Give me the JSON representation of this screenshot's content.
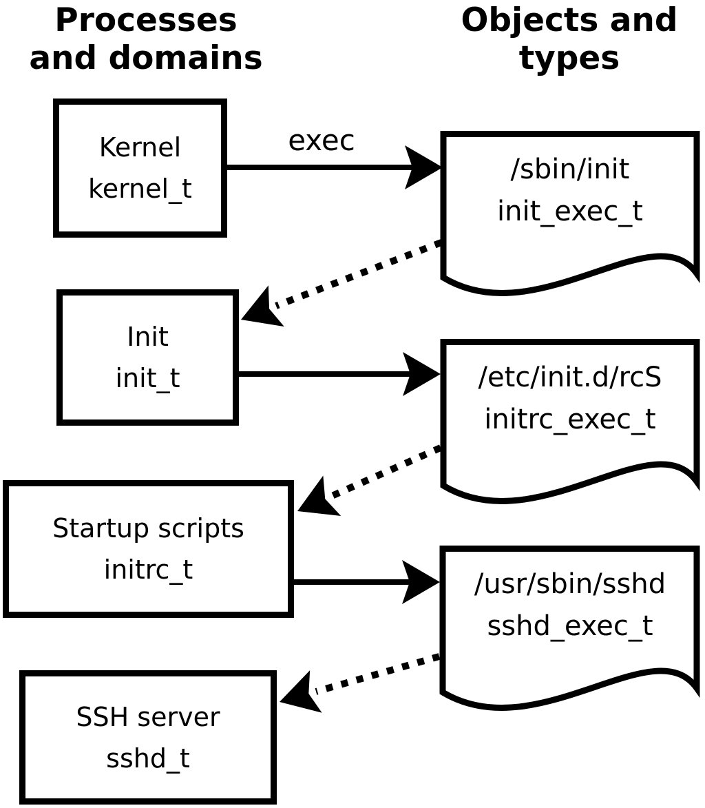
{
  "colors": {
    "ink": "#000000",
    "background": "#ffffff"
  },
  "columns": {
    "left": {
      "line1": "Processes",
      "line2": "and domains"
    },
    "right": {
      "line1": "Objects and",
      "line2": "types"
    }
  },
  "processes": [
    {
      "name": "Kernel",
      "domain": "kernel_t"
    },
    {
      "name": "Init",
      "domain": "init_t"
    },
    {
      "name": "Startup scripts",
      "domain": "initrc_t"
    },
    {
      "name": "SSH server",
      "domain": "sshd_t"
    }
  ],
  "objects": [
    {
      "path": "/sbin/init",
      "type": "init_exec_t"
    },
    {
      "path": "/etc/init.d/rcS",
      "type": "initrc_exec_t"
    },
    {
      "path": "/usr/sbin/sshd",
      "type": "sshd_exec_t"
    }
  ],
  "labels": {
    "exec": "exec"
  }
}
